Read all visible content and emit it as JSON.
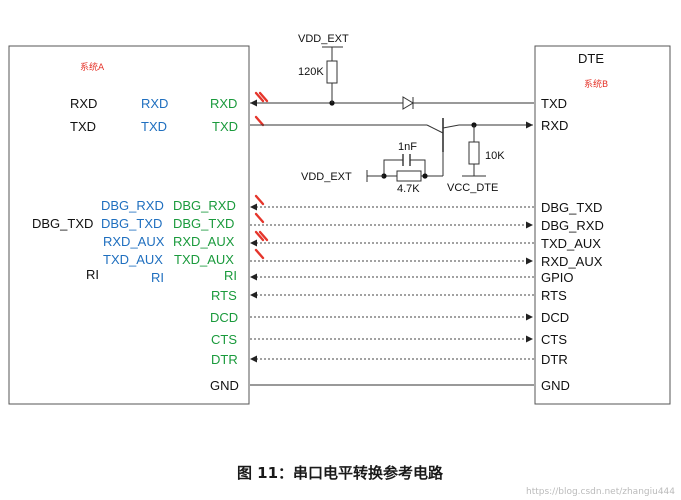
{
  "colors": {
    "black": "#111111",
    "blue": "#1f6fbf",
    "green": "#1a9a3c",
    "red": "#e5352b",
    "line": "#333333",
    "dashed": "#444444",
    "box": "#555555"
  },
  "system_a": {
    "tag": "系统A",
    "labels": {
      "rxd_black": "RXD",
      "rxd_blue": "RXD",
      "rxd_green": "RXD",
      "txd_black": "TXD",
      "txd_blue": "TXD",
      "txd_green": "TXD",
      "dbg_rxd_blue": "DBG_RXD",
      "dbg_rxd_green": "DBG_RXD",
      "dbg_txd_black": "DBG_TXD",
      "dbg_txd_blue": "DBG_TXD",
      "dbg_txd_green": "DBG_TXD",
      "rxd_aux_blue": "RXD_AUX",
      "rxd_aux_green": "RXD_AUX",
      "txd_aux_blue": "TXD_AUX",
      "txd_aux_green": "TXD_AUX",
      "ri_black": "RI",
      "ri_blue": "RI",
      "ri_green": "RI",
      "rts_green": "RTS",
      "dcd_green": "DCD",
      "cts_green": "CTS",
      "dtr_green": "DTR",
      "gnd": "GND"
    }
  },
  "system_b": {
    "title": "DTE",
    "tag": "系统B",
    "labels": {
      "txd": "TXD",
      "rxd": "RXD",
      "dbg_txd": "DBG_TXD",
      "dbg_rxd": "DBG_RXD",
      "txd_aux": "TXD_AUX",
      "rxd_aux": "RXD_AUX",
      "gpio": "GPIO",
      "rts": "RTS",
      "dcd": "DCD",
      "cts": "CTS",
      "dtr": "DTR",
      "gnd": "GND"
    }
  },
  "components": {
    "vdd_ext_top": "VDD_EXT",
    "r_120k": "120K",
    "c_1nf": "1nF",
    "r_10k": "10K",
    "vdd_ext_mid": "VDD_EXT",
    "r_4k7": "4.7K",
    "vcc_dte": "VCC_DTE"
  },
  "caption": "图 11：串口电平转换参考电路",
  "watermark": "https://blog.csdn.net/zhangiu444"
}
